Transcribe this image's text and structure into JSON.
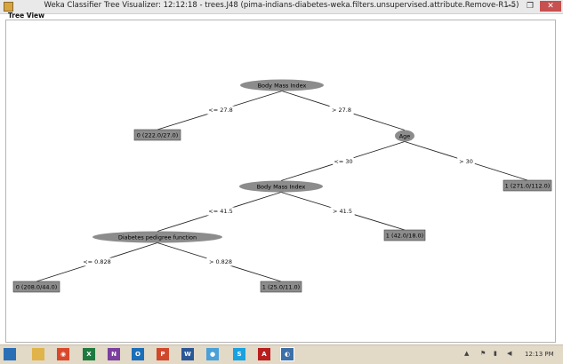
{
  "window": {
    "title": "Weka Classifier Tree Visualizer: 12:12:18 - trees.J48 (pima-indians-diabetes-weka.filters.unsupervised.attribute.Remove-R1-5)",
    "minimize_glyph": "—",
    "maximize_glyph": "❐",
    "close_glyph": "✕"
  },
  "panel_label": "Tree View",
  "tree": {
    "nodes": [
      {
        "id": "n_bmi1",
        "type": "decision",
        "label": "Body Mass Index"
      },
      {
        "id": "n_leaf1",
        "type": "leaf",
        "label": "0 (222.0/27.0)"
      },
      {
        "id": "n_age",
        "type": "decision",
        "label": "Age"
      },
      {
        "id": "n_bmi2",
        "type": "decision",
        "label": "Body Mass Index"
      },
      {
        "id": "n_leaf2",
        "type": "leaf",
        "label": "1 (271.0/112.0)"
      },
      {
        "id": "n_dpf",
        "type": "decision",
        "label": "Diabetes pedigree function"
      },
      {
        "id": "n_leaf3",
        "type": "leaf",
        "label": "1 (42.0/18.0)"
      },
      {
        "id": "n_leaf4",
        "type": "leaf",
        "label": "0 (208.0/44.0)"
      },
      {
        "id": "n_leaf5",
        "type": "leaf",
        "label": "1 (25.0/11.0)"
      }
    ],
    "edges": [
      {
        "from": "n_bmi1",
        "to": "n_leaf1",
        "label": "<= 27.8"
      },
      {
        "from": "n_bmi1",
        "to": "n_age",
        "label": "> 27.8"
      },
      {
        "from": "n_age",
        "to": "n_bmi2",
        "label": "<= 30"
      },
      {
        "from": "n_age",
        "to": "n_leaf2",
        "label": "> 30"
      },
      {
        "from": "n_bmi2",
        "to": "n_dpf",
        "label": "<= 41.5"
      },
      {
        "from": "n_bmi2",
        "to": "n_leaf3",
        "label": "> 41.5"
      },
      {
        "from": "n_dpf",
        "to": "n_leaf4",
        "label": "<= 0.828"
      },
      {
        "from": "n_dpf",
        "to": "n_leaf5",
        "label": "> 0.828"
      }
    ]
  },
  "colors": {
    "node_fill": "#8c8c8c",
    "edge": "#222222",
    "titlebar": "#e9e9e9",
    "taskbar": "#e2d9c7"
  },
  "taskbar": {
    "apps": [
      {
        "name": "windows-start-icon",
        "color": "#2a6fb5",
        "glyph": ""
      },
      {
        "name": "file-explorer-icon",
        "color": "#e0b44a",
        "glyph": ""
      },
      {
        "name": "chrome-icon",
        "color": "#d9482b",
        "glyph": "◉"
      },
      {
        "name": "excel-icon",
        "color": "#1f7a3f",
        "glyph": "X"
      },
      {
        "name": "onenote-icon",
        "color": "#7b3f9e",
        "glyph": "N"
      },
      {
        "name": "outlook-icon",
        "color": "#1b6fb8",
        "glyph": "O"
      },
      {
        "name": "powerpoint-icon",
        "color": "#d0472b",
        "glyph": "P"
      },
      {
        "name": "word-icon",
        "color": "#2b5797",
        "glyph": "W"
      },
      {
        "name": "paint-icon",
        "color": "#4aa0d8",
        "glyph": "●"
      },
      {
        "name": "skype-icon",
        "color": "#1aa1e0",
        "glyph": "S"
      },
      {
        "name": "acrobat-icon",
        "color": "#b81e1e",
        "glyph": "A"
      },
      {
        "name": "weka-app-icon",
        "color": "#3d6fa8",
        "glyph": "◐"
      }
    ],
    "clock": "12:13 PM"
  }
}
